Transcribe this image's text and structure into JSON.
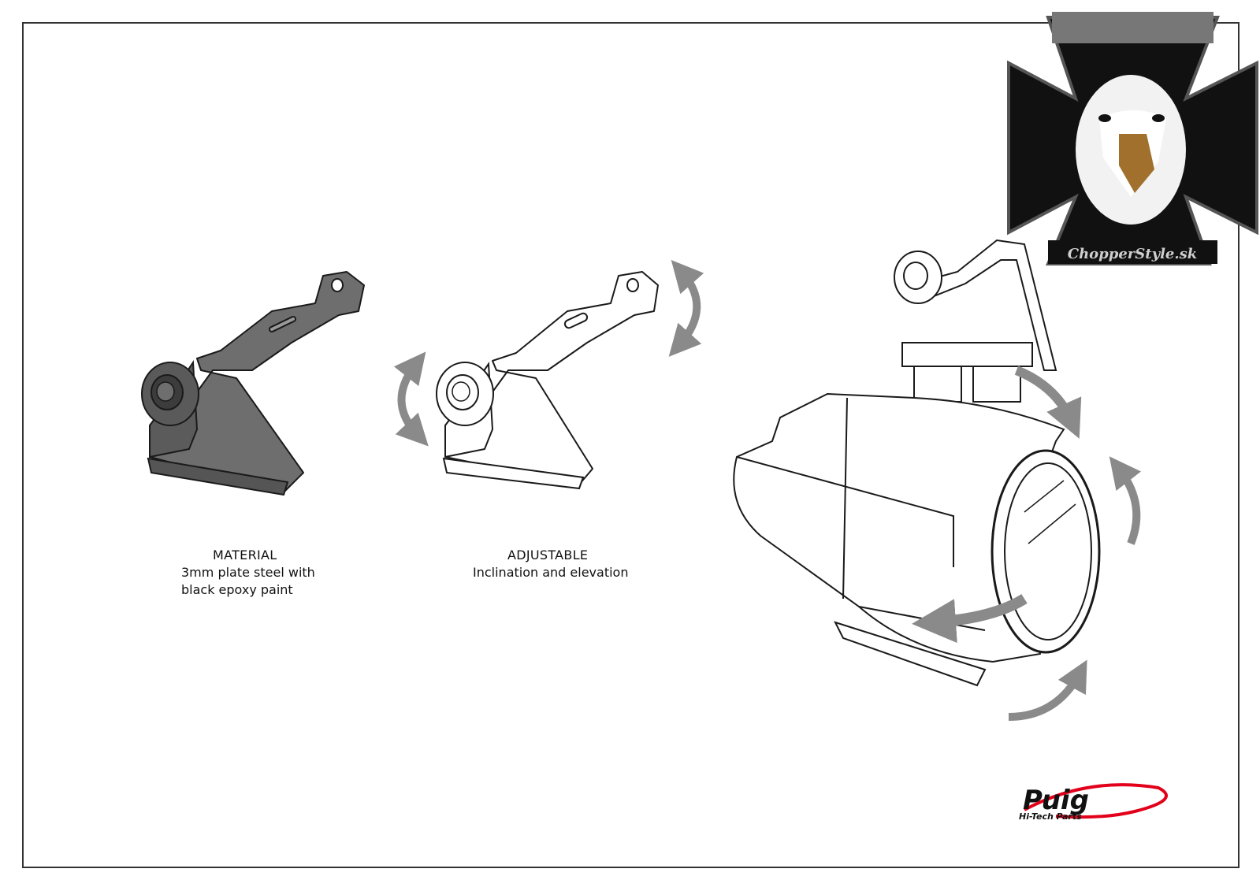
{
  "material": {
    "heading": "MATERIAL",
    "line1": "3mm plate steel with",
    "line2": "black epoxy paint"
  },
  "adjustable": {
    "heading": "ADJUSTABLE",
    "line1": "Inclination and elevation"
  },
  "watermark": {
    "text": "ChopperStyle.sk"
  },
  "brand": {
    "name": "Puig",
    "tagline": "Hi-Tech Parts",
    "accent": "#e2001a"
  },
  "colors": {
    "bracket_fill": "#6b6b6b",
    "arrow_fill": "#8a8a8a",
    "outline": "#1a1a1a"
  }
}
